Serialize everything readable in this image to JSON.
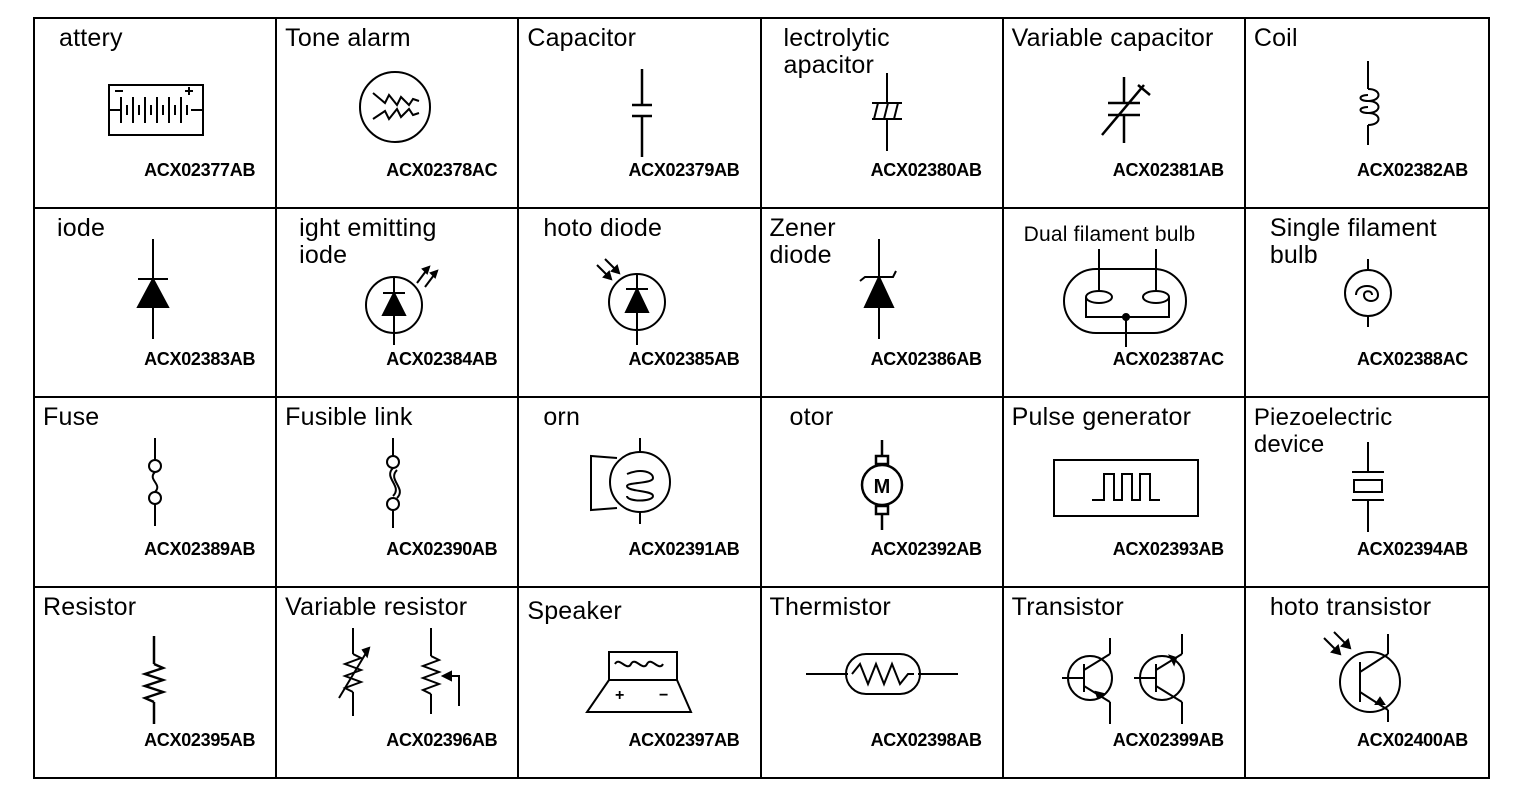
{
  "cells": [
    {
      "label": "attery",
      "code": "ACX02377AB",
      "icon": "battery-icon"
    },
    {
      "label": "Tone alarm",
      "code": "ACX02378AC",
      "icon": "tone-alarm-icon"
    },
    {
      "label": "Capacitor",
      "code": "ACX02379AB",
      "icon": "capacitor-icon"
    },
    {
      "label": " lectrolytic\napacitor",
      "code": "ACX02380AB",
      "icon": "electrolytic-capacitor-icon"
    },
    {
      "label": "Variable capacitor",
      "code": "ACX02381AB",
      "icon": "variable-capacitor-icon"
    },
    {
      "label": "Coil",
      "code": "ACX02382AB",
      "icon": "coil-icon"
    },
    {
      "label": " iode",
      "code": "ACX02383AB",
      "icon": "diode-icon"
    },
    {
      "label": "ight emitting\niode",
      "code": "ACX02384AB",
      "icon": "led-icon"
    },
    {
      "label": " hoto diode",
      "code": "ACX02385AB",
      "icon": "photo-diode-icon"
    },
    {
      "label": "Zener\ndiode",
      "code": "ACX02386AB",
      "icon": "zener-diode-icon"
    },
    {
      "label": "Dual filament bulb",
      "code": "ACX02387AC",
      "icon": "dual-filament-bulb-icon"
    },
    {
      "label": "Single filament\nbulb",
      "code": "ACX02388AC",
      "icon": "single-filament-bulb-icon"
    },
    {
      "label": "Fuse",
      "code": "ACX02389AB",
      "icon": "fuse-icon"
    },
    {
      "label": "Fusible link",
      "code": "ACX02390AB",
      "icon": "fusible-link-icon"
    },
    {
      "label": " orn",
      "code": "ACX02391AB",
      "icon": "horn-icon"
    },
    {
      "label": " otor",
      "code": "ACX02392AB",
      "icon": "motor-icon"
    },
    {
      "label": "Pulse generator",
      "code": "ACX02393AB",
      "icon": "pulse-generator-icon"
    },
    {
      "label": "Piezoelectric\ndevice",
      "code": "ACX02394AB",
      "icon": "piezoelectric-icon"
    },
    {
      "label": "Resistor",
      "code": "ACX02395AB",
      "icon": "resistor-icon"
    },
    {
      "label": "Variable resistor",
      "code": "ACX02396AB",
      "icon": "variable-resistor-icon"
    },
    {
      "label": "Speaker",
      "code": "ACX02397AB",
      "icon": "speaker-icon"
    },
    {
      "label": "Thermistor",
      "code": "ACX02398AB",
      "icon": "thermistor-icon"
    },
    {
      "label": "Transistor",
      "code": "ACX02399AB",
      "icon": "transistor-icon"
    },
    {
      "label": " hoto transistor",
      "code": "ACX02400AB",
      "icon": "photo-transistor-icon"
    }
  ],
  "motor_letter": "M",
  "speaker_plus": "+",
  "speaker_minus": "−"
}
